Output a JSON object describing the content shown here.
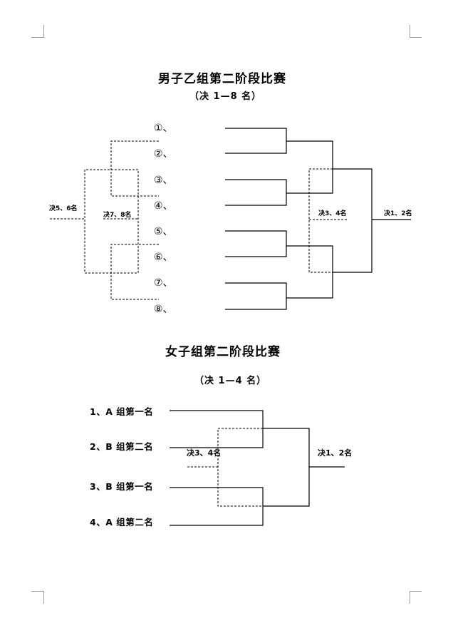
{
  "men": {
    "title": "男子乙组第二阶段比赛",
    "subtitle": "（决 1—8 名）",
    "seeds": [
      "①、",
      "②、",
      "③、",
      "④、",
      "⑤、",
      "⑥、",
      "⑦、",
      "⑧、"
    ],
    "labels": {
      "final": "决1、2名",
      "third": "决3、4名",
      "fifth": "决5、6名",
      "seventh": "决7、8名"
    }
  },
  "women": {
    "title": "女子组第二阶段比赛",
    "subtitle": "（决 1—4 名）",
    "entrants": [
      "1、A 组第一名",
      "2、B 组第二名",
      "3、B 组第一名",
      "4、A 组第二名"
    ],
    "labels": {
      "final": "决1、2名",
      "third": "决3、4名"
    }
  }
}
